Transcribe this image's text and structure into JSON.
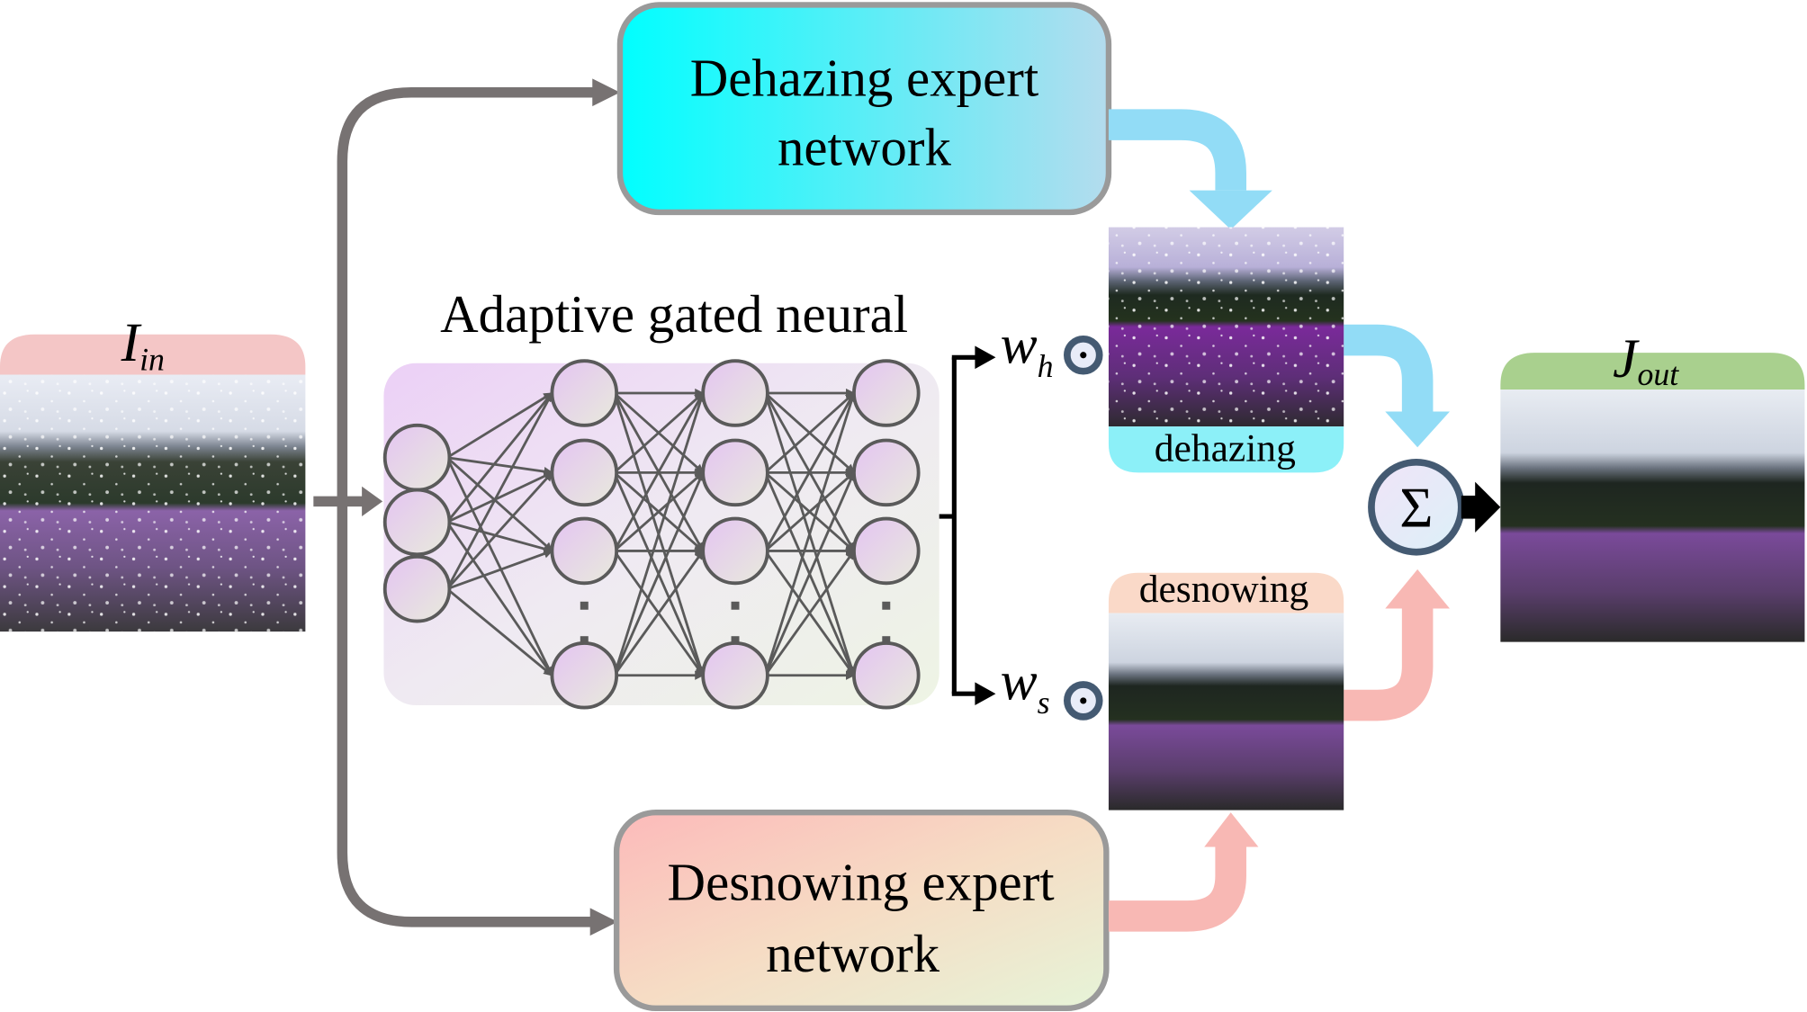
{
  "diagram": {
    "input": {
      "symbol": "I",
      "subscript": "in",
      "tab_color": "#f4c6c6",
      "image_desc": "snowy hazy lavender field photo"
    },
    "dehazing_expert": {
      "line1": "Dehazing expert",
      "line2": "network",
      "gradient": [
        "#00ffff",
        "#b2dcee"
      ]
    },
    "desnowing_expert": {
      "line1": "Desnowing expert",
      "line2": "network",
      "gradient": [
        "#fbbcbc",
        "#eaf3d6"
      ]
    },
    "gating": {
      "title": "Adaptive gated neural",
      "layers": [
        3,
        4,
        4,
        4
      ],
      "ellipsis": "..."
    },
    "weights": {
      "haze": {
        "symbol": "w",
        "subscript": "h",
        "operator": "⊙"
      },
      "snow": {
        "symbol": "w",
        "subscript": "s",
        "operator": "⊙"
      }
    },
    "dehazing_output": {
      "label": "dehazing",
      "tab_color": "#8cf0f8"
    },
    "desnowing_output": {
      "label": "desnowing",
      "tab_color": "#fad9c8"
    },
    "sum": {
      "symbol": "Σ"
    },
    "output": {
      "symbol": "J",
      "subscript": "out",
      "tab_color": "#a9d08e"
    },
    "colors": {
      "gray_arrow": "#777272",
      "blue_arrow": "#92dcf6",
      "pink_arrow": "#f8b8b4",
      "box_border": "#9a9a9a",
      "node_stroke": "#5a5a5a",
      "circle_stroke": "#445a72"
    }
  }
}
